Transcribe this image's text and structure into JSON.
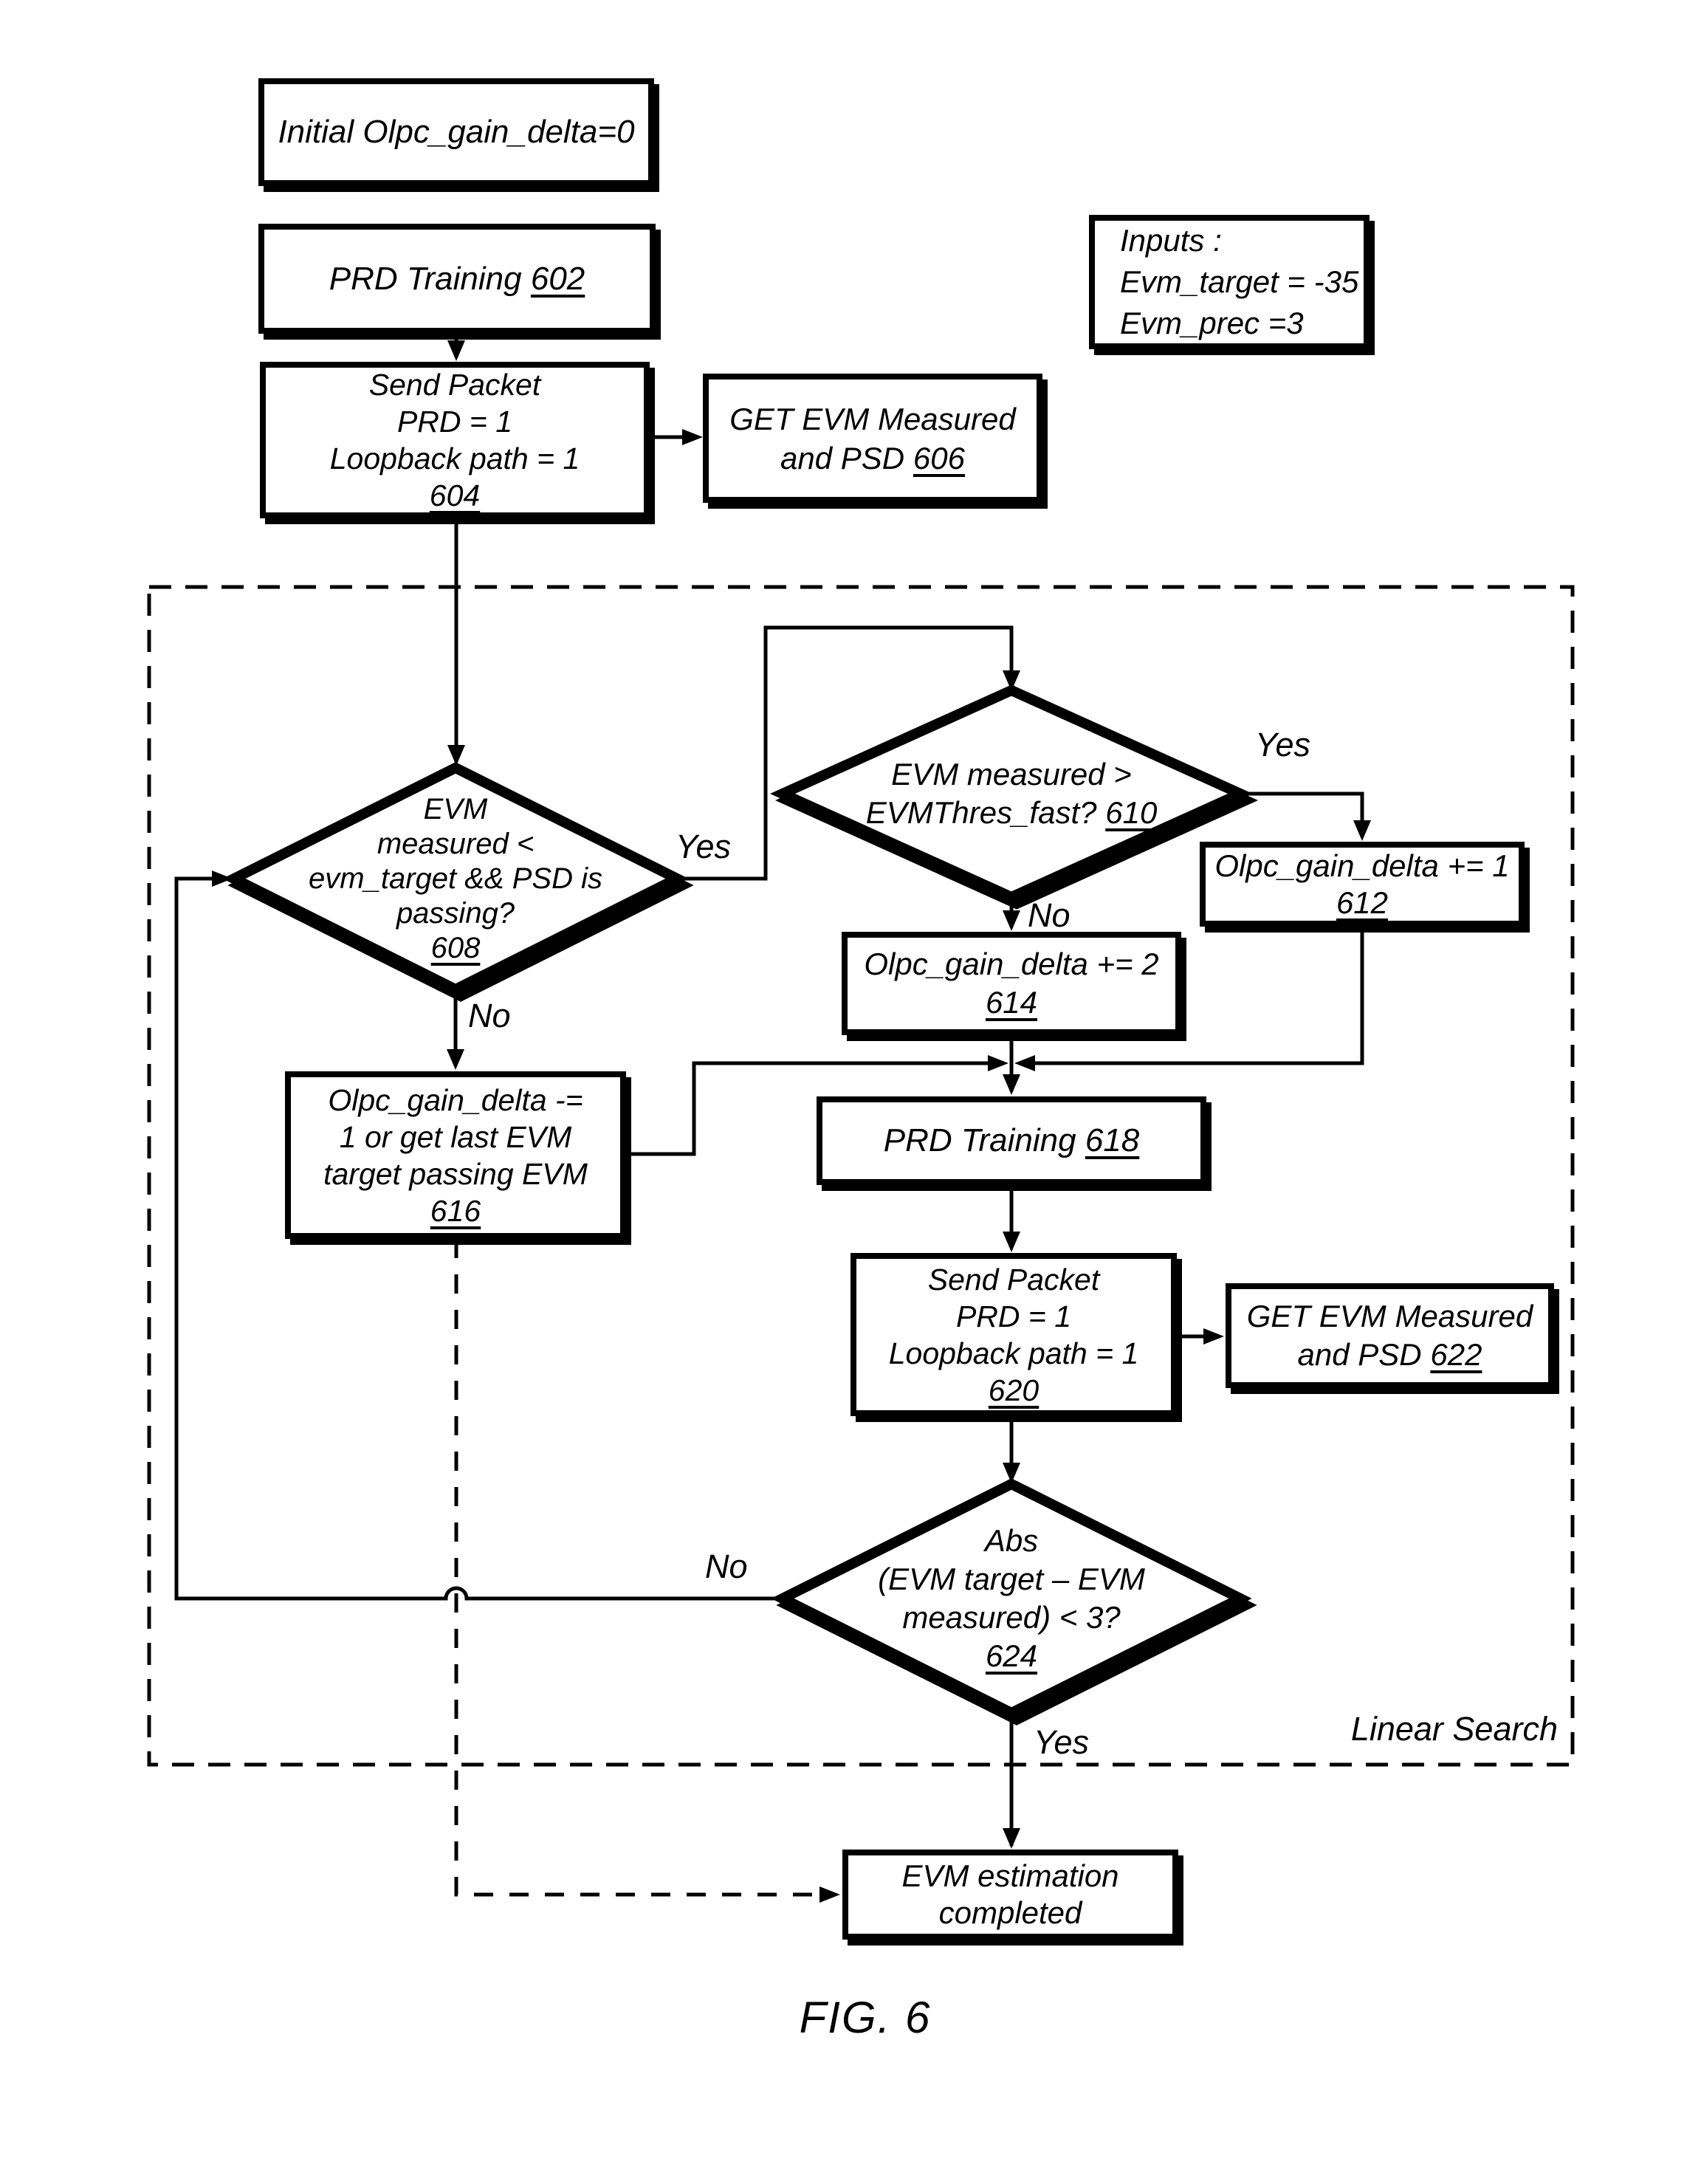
{
  "diagram": {
    "caption": "FIG. 6",
    "region_label": "Linear Search",
    "nodes": {
      "init": {
        "text": "Initial Olpc_gain_delta=0"
      },
      "prd602": {
        "label": "PRD Training",
        "ref": "602"
      },
      "send604": {
        "lines": [
          "Send Packet",
          "PRD = 1",
          "Loopback path = 1"
        ],
        "ref": "604"
      },
      "get606": {
        "line1": "GET EVM Measured",
        "line2": "and PSD",
        "ref": "606"
      },
      "inputs": {
        "lines": [
          "Inputs :",
          "Evm_target = -35",
          "Evm_prec =3"
        ]
      },
      "dec608": {
        "lines": [
          "EVM",
          "measured <",
          "evm_target && PSD is",
          "passing?"
        ],
        "ref": "608"
      },
      "dec610": {
        "line1": "EVM measured >",
        "line2": "EVMThres_fast?",
        "ref": "610"
      },
      "add612": {
        "label": "Olpc_gain_delta += 1",
        "ref": "612"
      },
      "add614": {
        "label": "Olpc_gain_delta += 2",
        "ref": "614"
      },
      "sub616": {
        "lines": [
          "Olpc_gain_delta -=",
          "1 or get last EVM",
          "target passing EVM"
        ],
        "ref": "616"
      },
      "prd618": {
        "label": "PRD Training",
        "ref": "618"
      },
      "send620": {
        "lines": [
          "Send Packet",
          "PRD = 1",
          "Loopback path = 1"
        ],
        "ref": "620"
      },
      "get622": {
        "line1": "GET EVM Measured",
        "line2": "and PSD",
        "ref": "622"
      },
      "dec624": {
        "lines": [
          "Abs",
          "(EVM target – EVM",
          "measured) < 3?"
        ],
        "ref": "624"
      },
      "done": {
        "lines": [
          "EVM estimation",
          "completed"
        ]
      }
    },
    "edge_labels": {
      "yes608": "Yes",
      "no608": "No",
      "yes610": "Yes",
      "no610": "No",
      "no624": "No",
      "yes624": "Yes"
    }
  }
}
